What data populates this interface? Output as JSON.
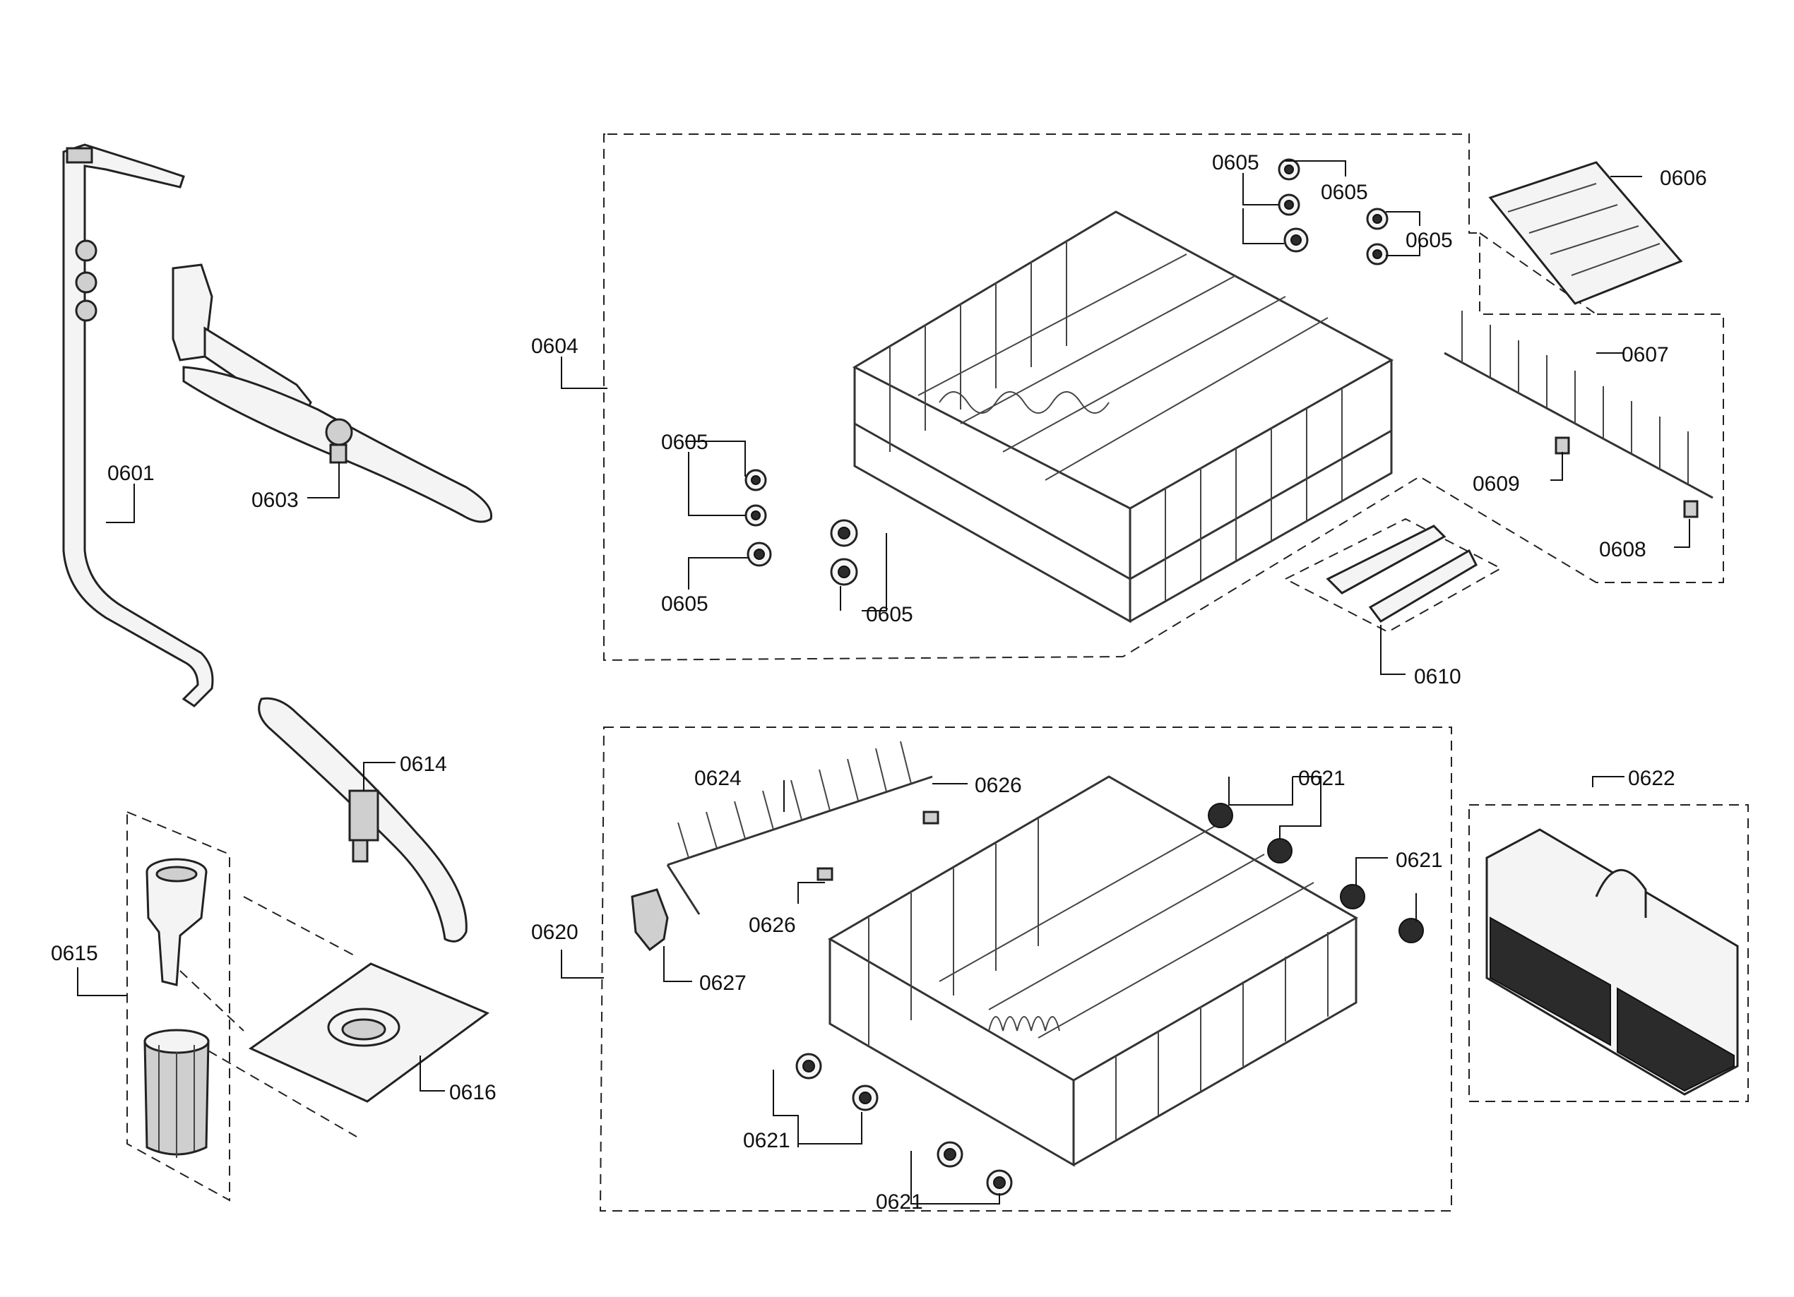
{
  "labels": {
    "l0601": "0601",
    "l0603": "0603",
    "l0604": "0604",
    "l0605a": "0605",
    "l0605b": "0605",
    "l0605c": "0605",
    "l0605d": "0605",
    "l0605e": "0605",
    "l0605f": "0605",
    "l0606": "0606",
    "l0607": "0607",
    "l0608": "0608",
    "l0609": "0609",
    "l0610": "0610",
    "l0614": "0614",
    "l0615": "0615",
    "l0616": "0616",
    "l0620": "0620",
    "l0621a": "0621",
    "l0621b": "0621",
    "l0621c": "0621",
    "l0621d": "0621",
    "l0622": "0622",
    "l0624": "0624",
    "l0626a": "0626",
    "l0626b": "0626",
    "l0627": "0627"
  }
}
